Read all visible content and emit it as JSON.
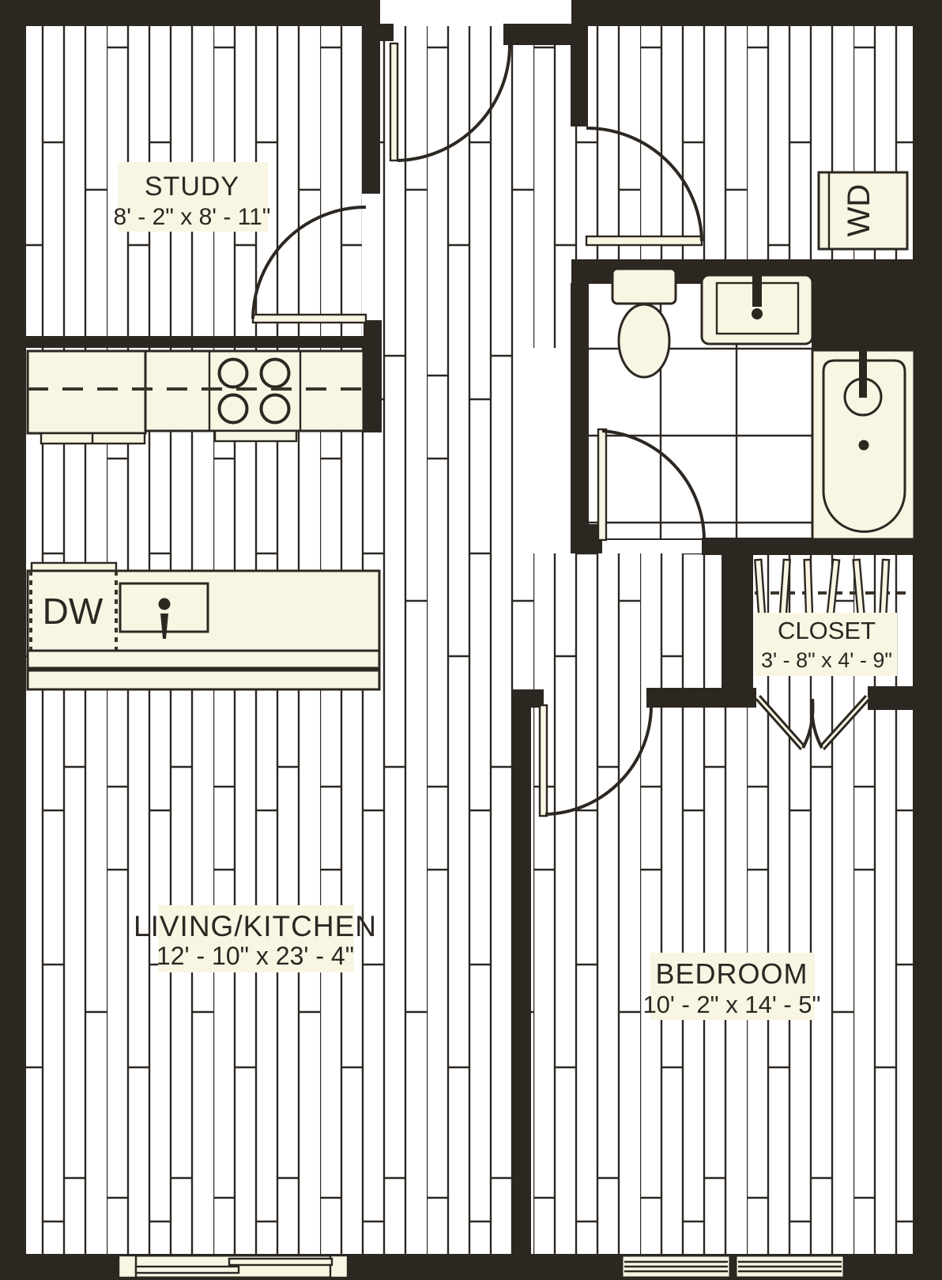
{
  "floorplan": {
    "rooms": [
      {
        "id": "study",
        "name": "STUDY",
        "dims": "8' - 2\" x 8' - 11\""
      },
      {
        "id": "living",
        "name": "LIVING/KITCHEN",
        "dims": "12' - 10\" x 23' - 4\""
      },
      {
        "id": "bedroom",
        "name": "BEDROOM",
        "dims": "10' - 2\" x 14' - 5\""
      },
      {
        "id": "closet",
        "name": "CLOSET",
        "dims": "3' - 8\" x 4' - 9\""
      }
    ],
    "appliances": {
      "dishwasher": "DW",
      "washer_dryer": "WD"
    },
    "colors": {
      "wall": "#2d2722",
      "floor": "#ffffff",
      "fixture_cream": "#f9f5e3",
      "dash_line": "#3a332b"
    }
  }
}
